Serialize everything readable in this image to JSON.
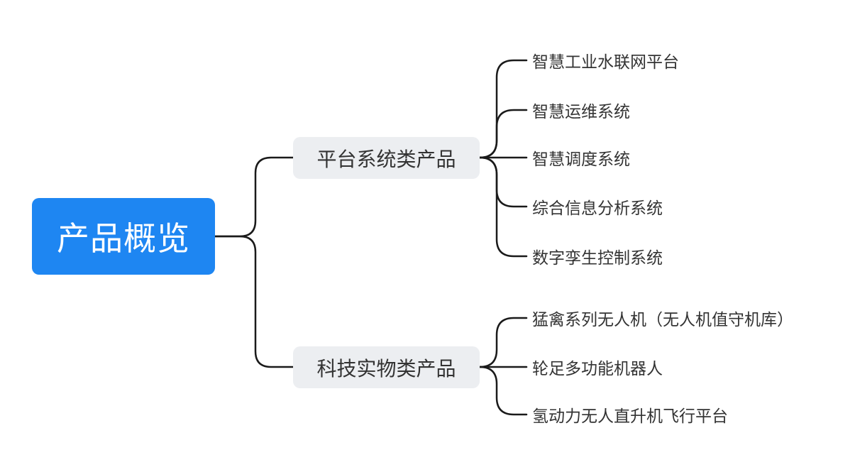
{
  "diagram": {
    "type": "mindmap",
    "root": {
      "label": "产品概览"
    },
    "branches": [
      {
        "label": "平台系统类产品",
        "children": [
          "智慧工业水联网平台",
          "智慧运维系统",
          "智慧调度系统",
          "综合信息分析系统",
          "数字孪生控制系统"
        ]
      },
      {
        "label": "科技实物类产品",
        "children": [
          "猛禽系列无人机（无人机值守机库）",
          "轮足多功能机器人",
          "氢动力无人直升机飞行平台"
        ]
      }
    ],
    "colors": {
      "root_bg": "#1E86F2",
      "root_text": "#FFFFFF",
      "branch_bg": "#ECEEF1",
      "branch_text": "#333333",
      "line": "#1A1A1A",
      "background": "#FFFFFF"
    }
  }
}
